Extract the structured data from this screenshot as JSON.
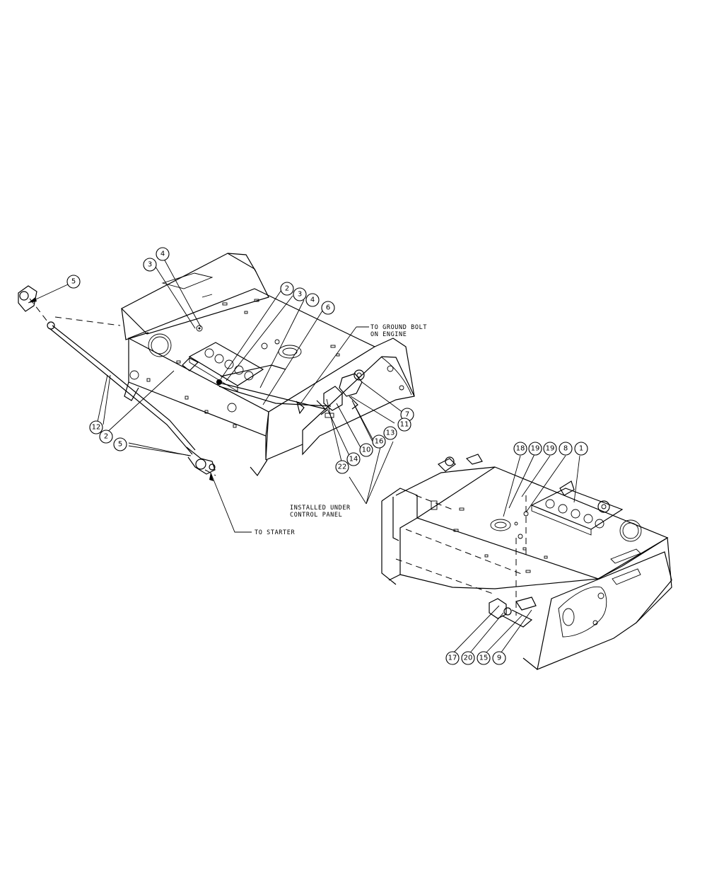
{
  "diagram": {
    "notes": {
      "ground_line1": "TO GROUND BOLT",
      "ground_line2": "ON ENGINE",
      "starter": "TO STARTER",
      "installed_line1": "INSTALLED UNDER",
      "installed_line2": "CONTROL PANEL"
    },
    "callouts": {
      "c5a": "5",
      "c3a": "3",
      "c4a": "4",
      "c2a": "2",
      "c3b": "3",
      "c4b": "4",
      "c6": "6",
      "c12": "12",
      "c2b": "2",
      "c5b": "5",
      "c7": "7",
      "c11": "11",
      "c13": "13",
      "c16": "16",
      "c10": "10",
      "c14": "14",
      "c22": "22",
      "c18": "18",
      "c19a": "19",
      "c19b": "19",
      "c8": "8",
      "c1": "1",
      "c17": "17",
      "c20": "20",
      "c15": "15",
      "c9": "9"
    }
  }
}
